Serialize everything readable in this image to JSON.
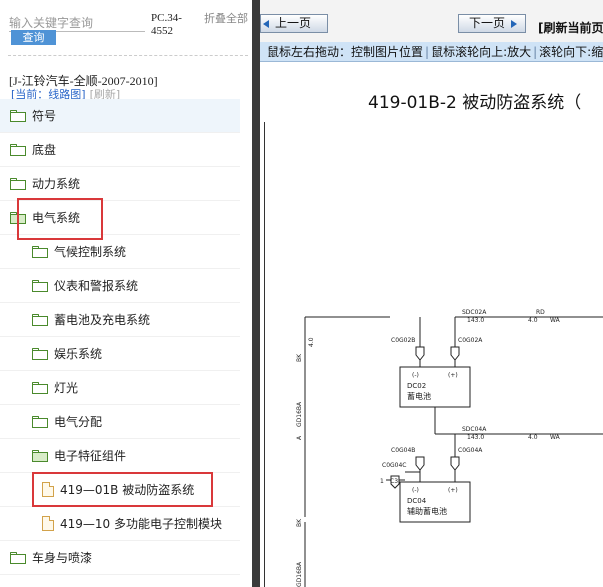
{
  "search": {
    "placeholder": "输入关键字查询",
    "button_label": "查询",
    "pc_code": "PC.34-4552",
    "collapse_all": "折叠全部"
  },
  "model": "[J-江铃汽车-全顺-2007-2010]",
  "current": {
    "label": "[当前：线路图]",
    "refresh": "[刷新]"
  },
  "tree": [
    {
      "label": "符号",
      "level": 0,
      "icon": "folder-icon",
      "selected": true
    },
    {
      "label": "底盘",
      "level": 0,
      "icon": "folder-icon"
    },
    {
      "label": "动力系统",
      "level": 0,
      "icon": "folder-icon"
    },
    {
      "label": "电气系统",
      "level": 0,
      "icon": "folder-open-icon",
      "highlighted": true
    },
    {
      "label": "气候控制系统",
      "level": 1,
      "icon": "folder-icon"
    },
    {
      "label": "仪表和警报系统",
      "level": 1,
      "icon": "folder-icon"
    },
    {
      "label": "蓄电池及充电系统",
      "level": 1,
      "icon": "folder-icon"
    },
    {
      "label": "娱乐系统",
      "level": 1,
      "icon": "folder-icon"
    },
    {
      "label": "灯光",
      "level": 1,
      "icon": "folder-icon"
    },
    {
      "label": "电气分配",
      "level": 1,
      "icon": "folder-icon"
    },
    {
      "label": "电子特征组件",
      "level": 1,
      "icon": "folder-open-icon"
    },
    {
      "label": "419—01B 被动防盗系统",
      "level": 2,
      "icon": "document-icon",
      "highlighted": true
    },
    {
      "label": "419—10 多功能电子控制模块",
      "level": 2,
      "icon": "document-icon"
    },
    {
      "label": "车身与喷漆",
      "level": 0,
      "icon": "folder-icon"
    }
  ],
  "viewer": {
    "prev_label": "上一页",
    "next_label": "下一页",
    "refresh_label": "[刷新当前页",
    "hints": [
      "鼠标左右拖动：控制图片位置",
      "鼠标滚轮向上:放大",
      "滚轮向下:缩"
    ],
    "diagram_title": "419-01B-2  被动防盗系统（",
    "schematic": {
      "wires": [
        "SDC02A",
        "SDC04A"
      ],
      "wire_nums": [
        "143.0",
        "143.0"
      ],
      "rd": "RD",
      "wire_sizes": [
        "4.0",
        "4.0"
      ],
      "wa": "WA",
      "connectors": [
        "C0G02B",
        "C0G02A",
        "C0G04B",
        "C0G04A",
        "C0G04C"
      ],
      "terminals": [
        "(-)",
        "(+)",
        "(-)",
        "(+)"
      ],
      "c3": "C3",
      "one": "1",
      "dc02_code": "DC02",
      "dc02_name": "蓄电池",
      "dc04_code": "DC04",
      "dc04_name": "辅助蓄电池",
      "bk": [
        "BK",
        "BK"
      ],
      "bk_size": "4.0",
      "ground": [
        "GD16BA",
        "GD16BA"
      ],
      "ground_a": "A"
    }
  },
  "colors": {
    "accent": "#4f93d6",
    "highlight_box": "#d9383a",
    "hint_bar": "#cfe3f6",
    "folder": "#4a8a2c",
    "document": "#d2a24a",
    "divider": "#3a3a3a"
  }
}
